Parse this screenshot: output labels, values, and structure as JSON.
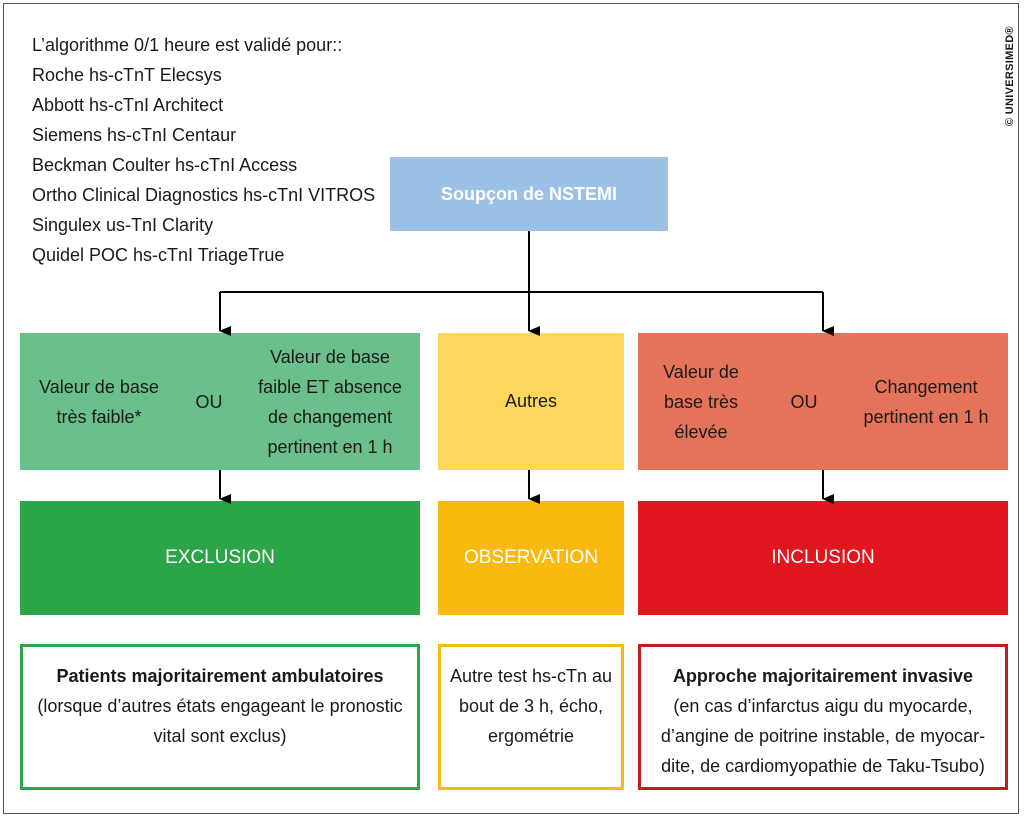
{
  "validated_list": {
    "heading": "L’algorithme 0/1 heure est validé pour::",
    "items": [
      "Roche hs-cTnT Elecsys",
      "Abbott hs-cTnI Architect",
      "Siemens hs-cTnI Centaur",
      "Beckman Coulter hs-cTnI Access",
      "Ortho Clinical Diagnostics hs-cTnI VITROS",
      "Singulex us-TnI Clarity",
      "Quidel POC hs-cTnI TriageTrue"
    ]
  },
  "copyright": "© UNIVERSIMED®",
  "suspicion": "Soupçon de NSTEMI",
  "criteria": {
    "green": {
      "left": [
        "Valeur de base",
        "très faible*"
      ],
      "or": "OU",
      "right": [
        "Valeur de base",
        "faible ET absence",
        "de changement",
        "pertinent en 1 h"
      ]
    },
    "yellow": "Autres",
    "red": {
      "left": [
        "Valeur de",
        "base très",
        "élevée"
      ],
      "or": "OU",
      "right": [
        "Changement",
        "pertinent en 1 h"
      ]
    }
  },
  "decisions": {
    "green": "EXCLUSION",
    "yellow": "OBSERVATION",
    "red": "INCLUSION"
  },
  "outcomes": {
    "green": {
      "title": "Patients majoritairement ambulatoires",
      "lines": [
        "(lorsque d’autres états engageant le pronostic",
        "vital sont exclus)"
      ]
    },
    "yellow": {
      "lines": [
        "Autre test hs-cTn au",
        "bout de 3 h, écho,",
        "ergométrie"
      ]
    },
    "red": {
      "title": "Approche majoritairement invasive",
      "lines": [
        "(en cas d’infarctus aigu du myocarde,",
        "d’angine de poitrine instable, de myocar-",
        "dite, de cardiomyopathie de Taku-Tsubo)"
      ]
    }
  },
  "colors": {
    "blue": "#9bc2e6",
    "green_light": "#6bbf8a",
    "green_dark": "#2ca548",
    "yellow_light": "#fed65c",
    "yellow_dark": "#f9b90f",
    "red_light": "#e4735a",
    "red_dark": "#e1161e"
  }
}
